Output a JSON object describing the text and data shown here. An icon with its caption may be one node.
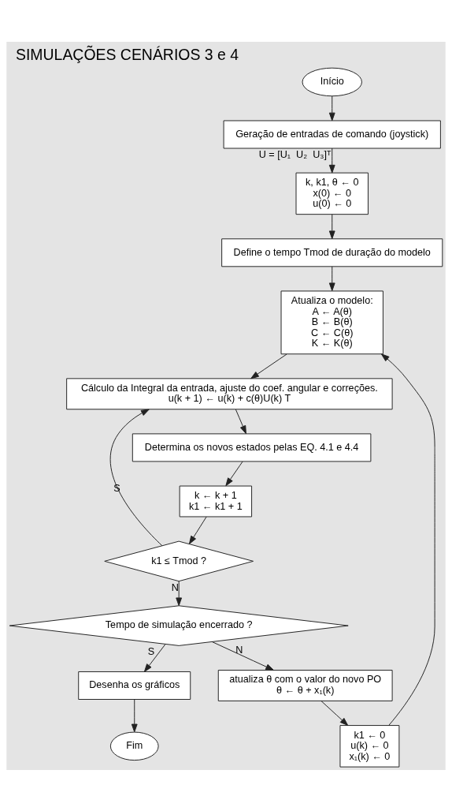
{
  "diagram": {
    "title": "SIMULAÇÕES CENÁRIOS 3 e 4",
    "nodes": [
      {
        "text": [
          "Início"
        ]
      },
      {
        "text": [
          "Geração de entradas de comando (joystick)"
        ]
      },
      {
        "text": [
          "k, k1, θ ← 0",
          "x(0) ← 0",
          "u(0) ← 0"
        ]
      },
      {
        "text": [
          "Define o tempo Tmod de duração do modelo"
        ]
      },
      {
        "text": [
          "Atualiza o modelo:",
          "A ← A(θ)",
          "B ← B(θ)",
          "C ← C(θ)",
          "K ← K(θ)"
        ]
      },
      {
        "text": [
          "Cálculo da Integral da entrada, ajuste do coef. angular e correções.",
          "u(k + 1) ← u(k) + c(θ)U(k) T"
        ]
      },
      {
        "text": [
          "Determina os novos estados pelas EQ. 4.1 e 4.4"
        ]
      },
      {
        "text": [
          "k ← k + 1",
          "k1 ← k1 + 1"
        ]
      },
      {
        "text": [
          "k1 ≤ Tmod ?"
        ]
      },
      {
        "text": [
          "Tempo de simulação encerrado ?"
        ]
      },
      {
        "text": [
          "atualiza θ com o valor do novo PO",
          "θ ← θ + x₁(k)"
        ]
      },
      {
        "text": [
          "k1 ← 0",
          "u(k) ← 0",
          "x₁(k) ← 0"
        ]
      },
      {
        "text": [
          "Desenha os gráficos"
        ]
      },
      {
        "text": [
          "Fim"
        ]
      }
    ],
    "edges": [
      {
        "from": 0,
        "to": 1,
        "arrow": "to"
      },
      {
        "from": 1,
        "to": 2,
        "arrow": "to",
        "label": "U = [U₁  U₂  U₃]ᵀ"
      },
      {
        "from": 2,
        "to": 3,
        "arrow": "to"
      },
      {
        "from": 3,
        "to": 4,
        "arrow": "to"
      },
      {
        "from": 4,
        "to": 5,
        "arrow": "to"
      },
      {
        "from": 5,
        "to": 6,
        "arrow": "to"
      },
      {
        "from": 6,
        "to": 7,
        "arrow": "to"
      },
      {
        "from": 7,
        "to": 8,
        "arrow": "to"
      },
      {
        "from": 8,
        "to": 5,
        "arrow": "to",
        "label": "S"
      },
      {
        "from": 8,
        "to": 9,
        "arrow": "to",
        "label": "N"
      },
      {
        "from": 9,
        "to": 10,
        "arrow": "to",
        "label": "N"
      },
      {
        "from": 10,
        "to": 11,
        "arrow": "to"
      },
      {
        "from": 11,
        "to": 4,
        "arrow": "to"
      },
      {
        "from": 9,
        "to": 12,
        "arrow": "to",
        "label": "S"
      },
      {
        "from": 12,
        "to": 13,
        "arrow": "to"
      }
    ]
  }
}
